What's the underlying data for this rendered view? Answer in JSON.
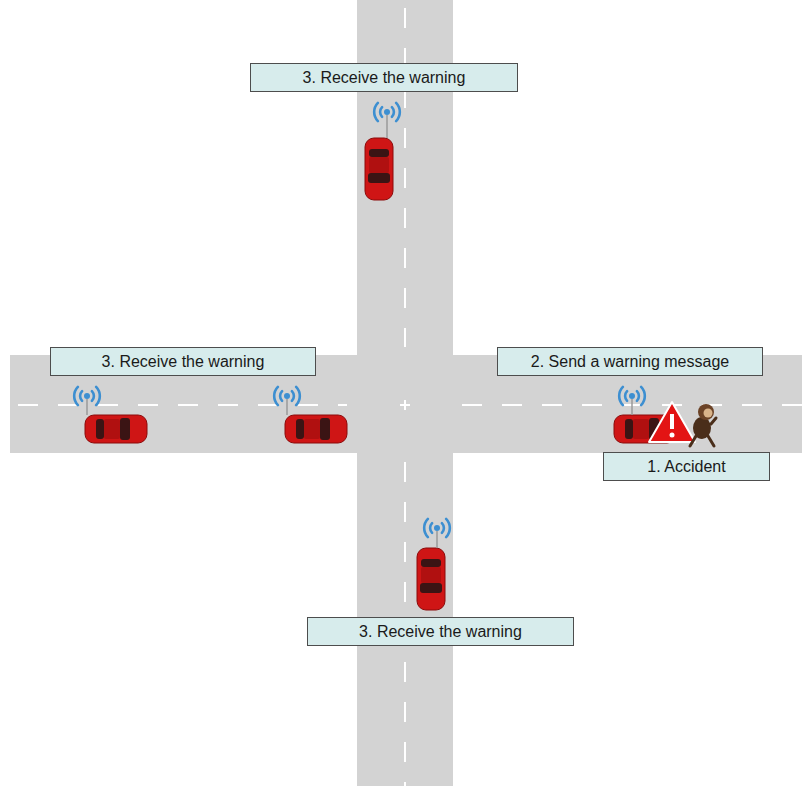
{
  "diagram": {
    "nodes": [
      {
        "text": [
          "3. Receive the warning"
        ]
      },
      {
        "text": [
          "3. Receive the warning"
        ]
      },
      {
        "text": [
          "2. Send a warning message"
        ]
      },
      {
        "text": [
          "1. Accident"
        ]
      },
      {
        "text": [
          "3. Receive the warning"
        ]
      }
    ]
  }
}
